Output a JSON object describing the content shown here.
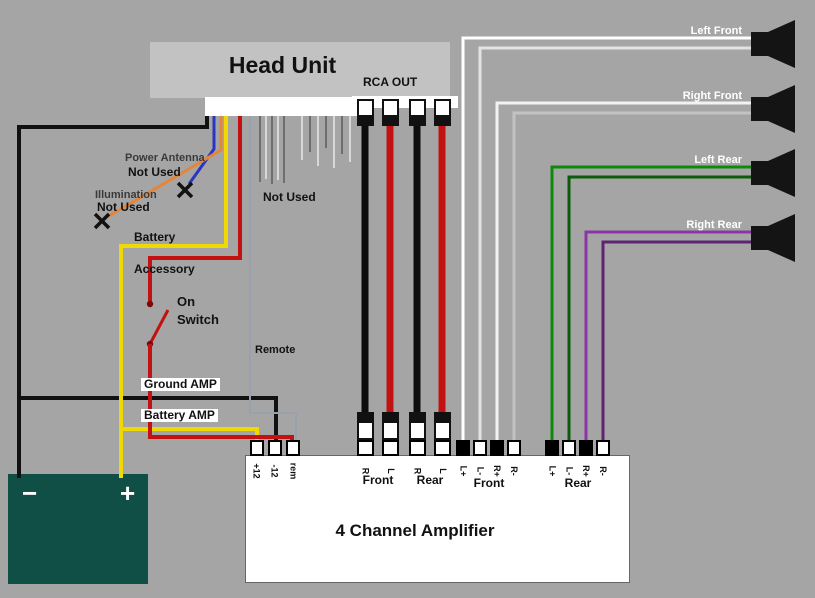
{
  "head_unit": {
    "title": "Head Unit",
    "rca_out_label": "RCA OUT"
  },
  "labels": {
    "power_antenna": "Power Antenna",
    "power_antenna_status": "Not Used",
    "illumination": "Illumination",
    "illumination_status": "Not Used",
    "battery_wire": "Battery",
    "accessory_wire": "Accessory",
    "switch_line1": "On",
    "switch_line2": "Switch",
    "ground_amp": "Ground AMP",
    "battery_amp": "Battery AMP",
    "remote": "Remote",
    "harness_not_used": "Not Used"
  },
  "speakers": [
    {
      "label": "Left Front"
    },
    {
      "label": "Right Front"
    },
    {
      "label": "Left Rear"
    },
    {
      "label": "Right Rear"
    }
  ],
  "battery": {
    "negative_symbol": "−",
    "positive_symbol": "+"
  },
  "amplifier": {
    "title": "4 Channel Amplifier",
    "power_terminals": [
      "+12",
      "-12",
      "rem"
    ],
    "rca_input_terminals": [
      "R",
      "L",
      "R",
      "L"
    ],
    "rca_input_groups": [
      "Front",
      "Rear"
    ],
    "front_speaker_terminals": [
      "L+",
      "L-",
      "R+",
      "R-"
    ],
    "rear_speaker_terminals": [
      "L+",
      "L-",
      "R+",
      "R-"
    ],
    "speaker_groups": [
      "Front",
      "Rear"
    ]
  },
  "colors": {
    "background": "#a5a5a5",
    "head_unit_box": "#c2c2c2",
    "battery_box": "#0f4f46",
    "wire_black": "#111111",
    "wire_red": "#c31111",
    "wire_yellow": "#f0d805",
    "wire_blue": "#2a35c0",
    "wire_orange": "#e5853a",
    "wire_green": "#0c8a0c",
    "wire_green_dark": "#0a5c0a",
    "wire_purple": "#8d35a8",
    "wire_purple_dark": "#5e2472",
    "wire_white": "#ffffff",
    "wire_gray": "#9aa0ae"
  }
}
